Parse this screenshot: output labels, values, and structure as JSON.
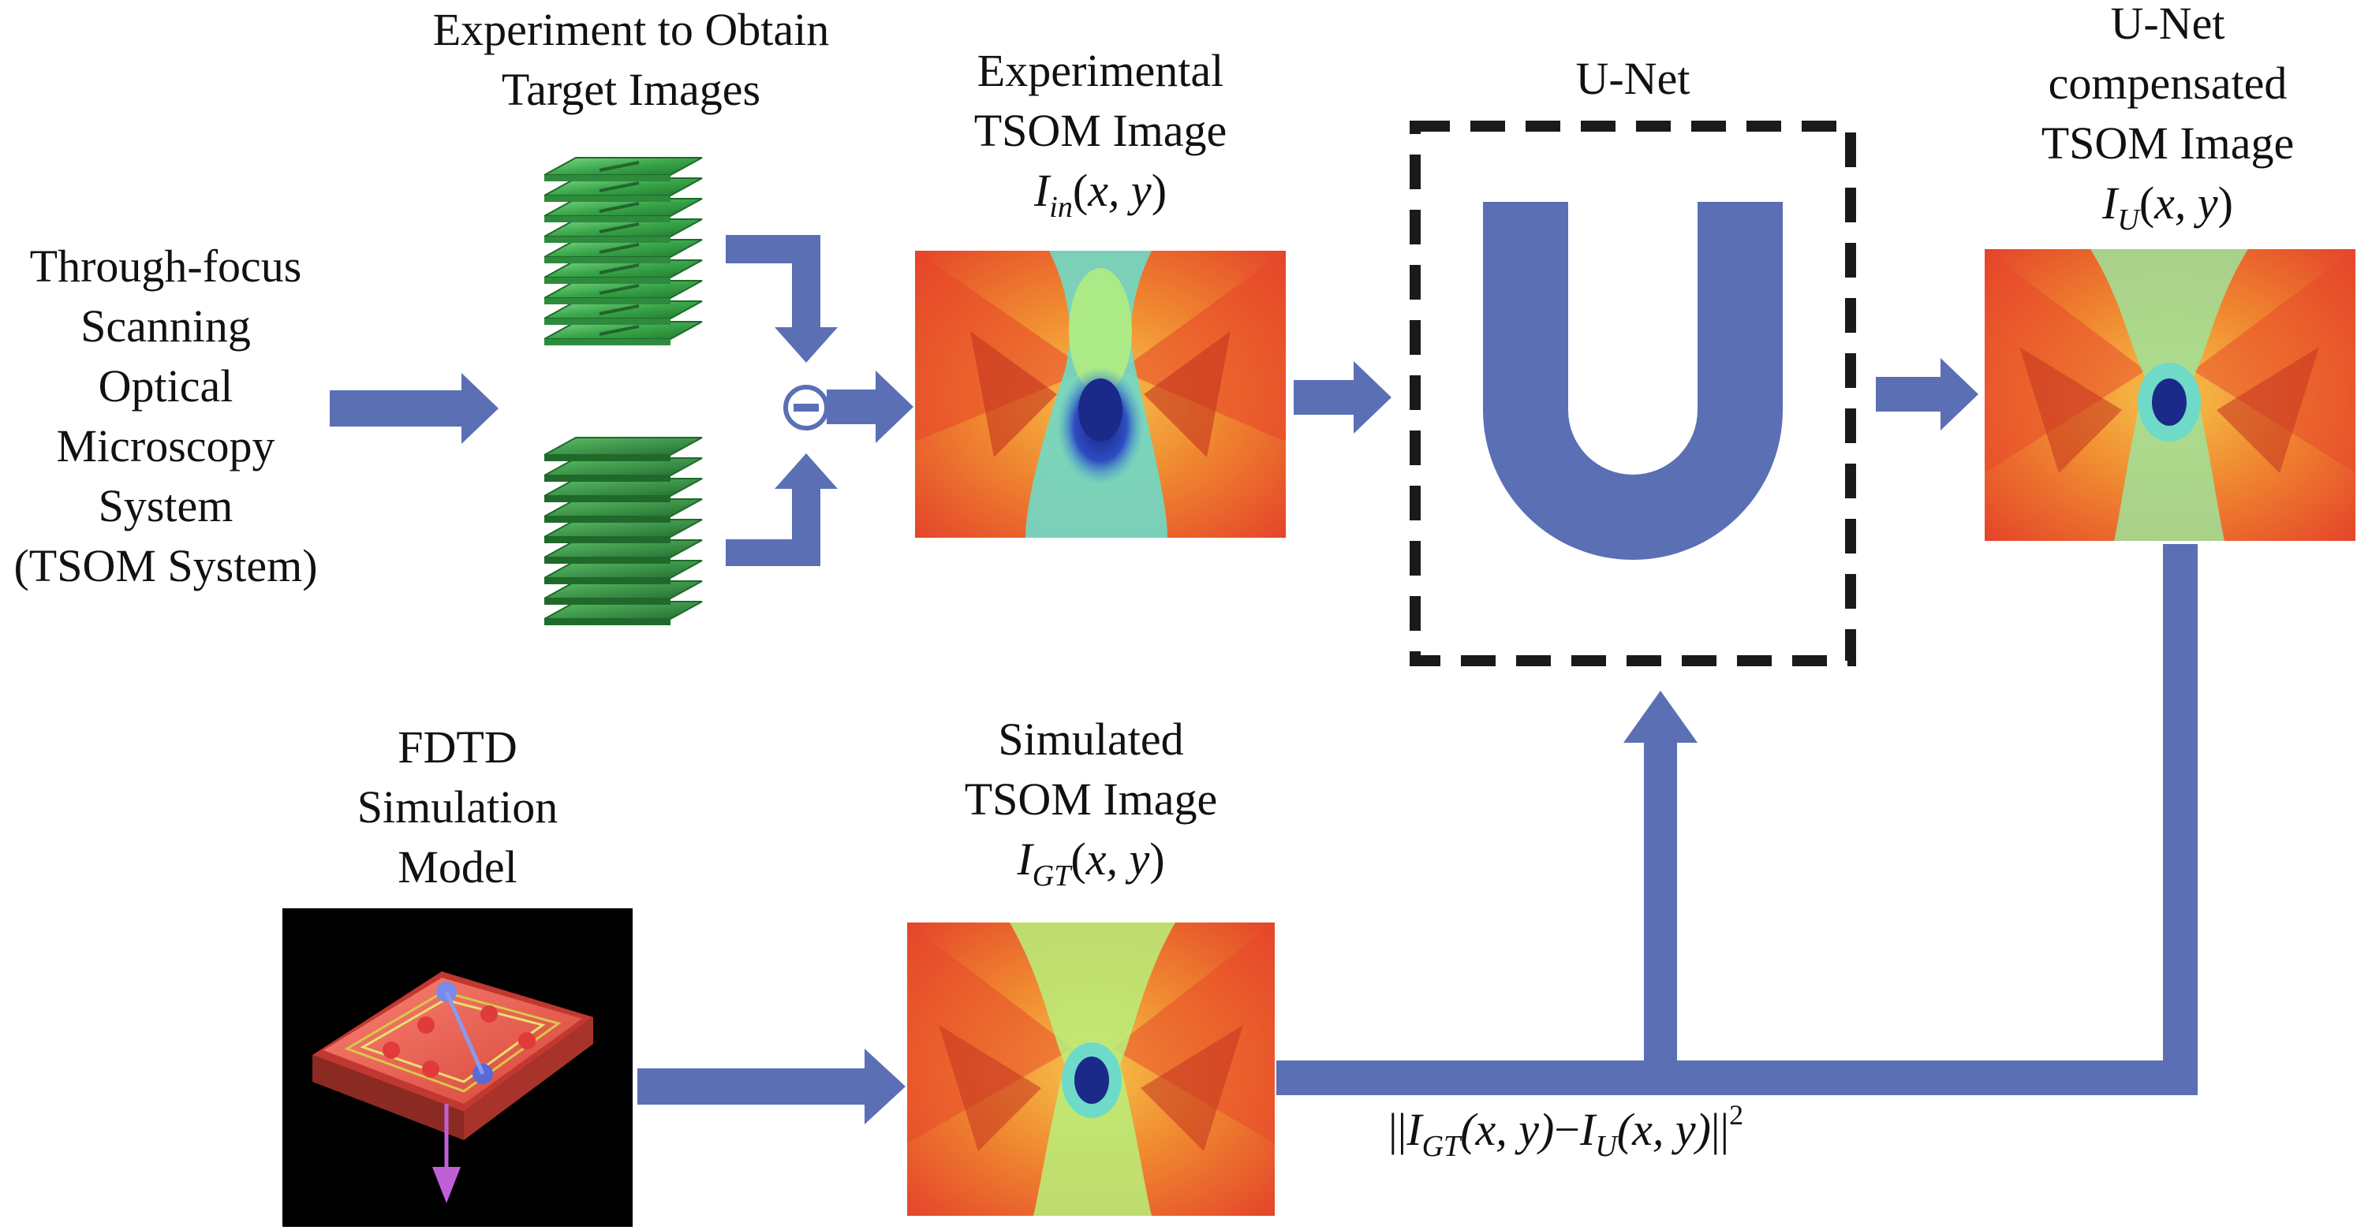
{
  "labels": {
    "tsom_system": [
      "Through-focus",
      "Scanning",
      "Optical",
      "Microscopy",
      "System",
      "(TSOM System)"
    ],
    "experiment": [
      "Experiment to Obtain",
      "Target Images"
    ],
    "experimental_tsom": [
      "Experimental",
      "TSOM Image"
    ],
    "unet_title": "U-Net",
    "unet_compensated": [
      "U-Net",
      "compensated",
      "TSOM Image"
    ],
    "fdtd": [
      "FDTD",
      "Simulation",
      "Model"
    ],
    "simulated_tsom": [
      "Simulated",
      "TSOM Image"
    ]
  },
  "math": {
    "I": "I",
    "in_sub": "in",
    "gt_sub": "GT",
    "u_sub": "U",
    "xy": "(x, y)",
    "minus": "−",
    "norm_open": "||",
    "norm_close": "||",
    "sq": "2"
  },
  "unet_glyph": "U",
  "subtract_symbol": "−",
  "colors": {
    "arrow": "#5b6fb5",
    "stack_light": "#4fb85a",
    "stack_dark": "#2e8a3c",
    "heat_hot": "#e8452a",
    "heat_warm": "#f7a13a",
    "heat_cyan": "#5fd6d0",
    "heat_blue": "#1f2f8a",
    "dashed_box": "#1a1a1a",
    "fdtd_bg": "#000000"
  }
}
